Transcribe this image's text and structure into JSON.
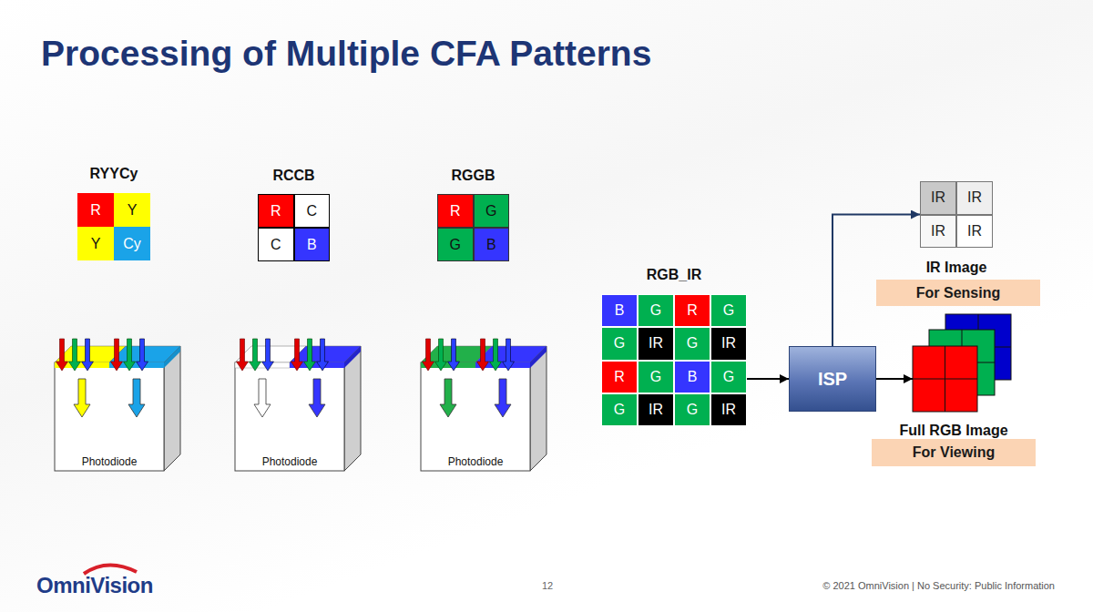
{
  "diagram": {
    "title": "Processing of Multiple CFA Patterns",
    "nodes": [
      {
        "text": [
          "RYYCy"
        ]
      },
      {
        "text": [
          "R"
        ],
        "in": 0
      },
      {
        "text": [
          "Y"
        ],
        "in": 0
      },
      {
        "text": [
          "Y"
        ],
        "in": 0
      },
      {
        "text": [
          "Cy"
        ],
        "in": 0
      },
      {
        "text": [
          "RCCB"
        ]
      },
      {
        "text": [
          "R"
        ],
        "in": 5
      },
      {
        "text": [
          "C"
        ],
        "in": 5
      },
      {
        "text": [
          "C"
        ],
        "in": 5
      },
      {
        "text": [
          "B"
        ],
        "in": 5
      },
      {
        "text": [
          "RGGB"
        ]
      },
      {
        "text": [
          "R"
        ],
        "in": 10
      },
      {
        "text": [
          "G"
        ],
        "in": 10
      },
      {
        "text": [
          "G"
        ],
        "in": 10
      },
      {
        "text": [
          "B"
        ],
        "in": 10
      },
      {
        "text": [
          "RGB_IR"
        ]
      },
      {
        "text": [
          "B"
        ],
        "in": 15
      },
      {
        "text": [
          "G"
        ],
        "in": 15
      },
      {
        "text": [
          "R"
        ],
        "in": 15
      },
      {
        "text": [
          "G"
        ],
        "in": 15
      },
      {
        "text": [
          "G"
        ],
        "in": 15
      },
      {
        "text": [
          "IR"
        ],
        "in": 15
      },
      {
        "text": [
          "G"
        ],
        "in": 15
      },
      {
        "text": [
          "IR"
        ],
        "in": 15
      },
      {
        "text": [
          "R"
        ],
        "in": 15
      },
      {
        "text": [
          "G"
        ],
        "in": 15
      },
      {
        "text": [
          "B"
        ],
        "in": 15
      },
      {
        "text": [
          "G"
        ],
        "in": 15
      },
      {
        "text": [
          "G"
        ],
        "in": 15
      },
      {
        "text": [
          "IR"
        ],
        "in": 15
      },
      {
        "text": [
          "G"
        ],
        "in": 15
      },
      {
        "text": [
          "IR"
        ],
        "in": 15
      },
      {
        "text": [
          "ISP"
        ]
      },
      {
        "text": [
          "IR Image"
        ]
      },
      {
        "text": [
          "IR"
        ],
        "in": 33
      },
      {
        "text": [
          "IR"
        ],
        "in": 33
      },
      {
        "text": [
          "IR"
        ],
        "in": 33
      },
      {
        "text": [
          "IR"
        ],
        "in": 33
      },
      {
        "text": [
          "For Sensing"
        ]
      },
      {
        "text": [
          "Full RGB Image"
        ]
      },
      {
        "text": [
          "For Viewing"
        ]
      },
      {
        "text": [
          "Photodiode"
        ]
      },
      {
        "text": [
          "Photodiode"
        ]
      },
      {
        "text": [
          "Photodiode"
        ]
      }
    ],
    "edges": [
      {
        "from": 15,
        "to": 32,
        "arrow": "to"
      },
      {
        "from": 32,
        "to": 33,
        "arrow": "to"
      },
      {
        "from": 32,
        "to": 39,
        "arrow": "to"
      }
    ],
    "labels": [
      "OmniVision",
      "12",
      "© 2021 OmniVision | No Security: Public Information"
    ]
  }
}
